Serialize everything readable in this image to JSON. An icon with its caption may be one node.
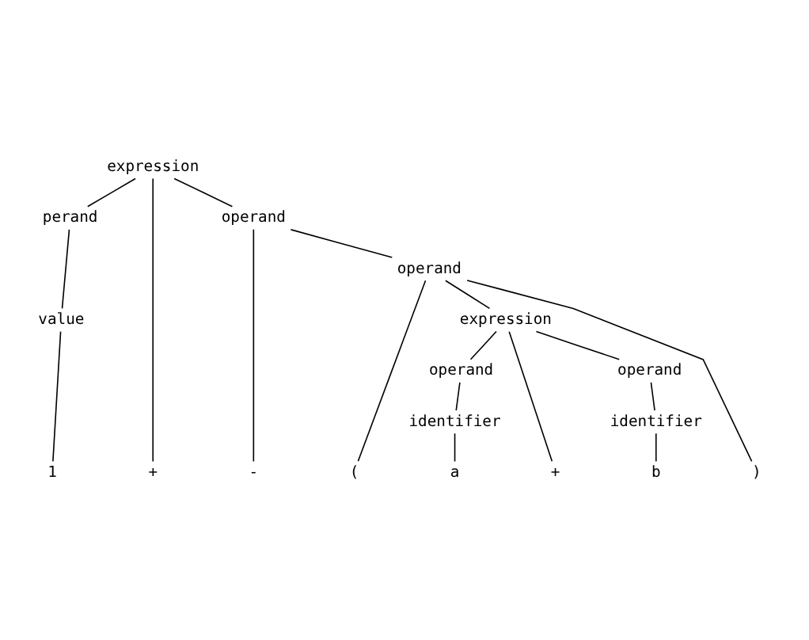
{
  "diagram": {
    "nodes": [
      {
        "text": [
          "expression"
        ]
      },
      {
        "text": [
          "perand"
        ]
      },
      {
        "text": [
          "value"
        ]
      },
      {
        "text": [
          "1"
        ]
      },
      {
        "text": [
          "+"
        ]
      },
      {
        "text": [
          "operand"
        ]
      },
      {
        "text": [
          "-"
        ]
      },
      {
        "text": [
          "operand"
        ]
      },
      {
        "text": [
          "("
        ]
      },
      {
        "text": [
          "expression"
        ]
      },
      {
        "text": [
          "operand"
        ]
      },
      {
        "text": [
          "identifier"
        ]
      },
      {
        "text": [
          "a"
        ]
      },
      {
        "text": [
          "+"
        ]
      },
      {
        "text": [
          "operand"
        ]
      },
      {
        "text": [
          "identifier"
        ]
      },
      {
        "text": [
          "b"
        ]
      },
      {
        "text": [
          ")"
        ]
      }
    ],
    "edges": [
      {
        "from": 0,
        "to": 1,
        "arrow": "none"
      },
      {
        "from": 1,
        "to": 2,
        "arrow": "none"
      },
      {
        "from": 2,
        "to": 3,
        "arrow": "none"
      },
      {
        "from": 0,
        "to": 4,
        "arrow": "none"
      },
      {
        "from": 0,
        "to": 5,
        "arrow": "none"
      },
      {
        "from": 5,
        "to": 6,
        "arrow": "none"
      },
      {
        "from": 5,
        "to": 7,
        "arrow": "none"
      },
      {
        "from": 7,
        "to": 8,
        "arrow": "none"
      },
      {
        "from": 7,
        "to": 9,
        "arrow": "none"
      },
      {
        "from": 9,
        "to": 10,
        "arrow": "none"
      },
      {
        "from": 10,
        "to": 11,
        "arrow": "none"
      },
      {
        "from": 11,
        "to": 12,
        "arrow": "none"
      },
      {
        "from": 9,
        "to": 13,
        "arrow": "none"
      },
      {
        "from": 9,
        "to": 14,
        "arrow": "none"
      },
      {
        "from": 14,
        "to": 15,
        "arrow": "none"
      },
      {
        "from": 15,
        "to": 16,
        "arrow": "none"
      },
      {
        "from": 7,
        "to": 17,
        "arrow": "none"
      }
    ]
  }
}
